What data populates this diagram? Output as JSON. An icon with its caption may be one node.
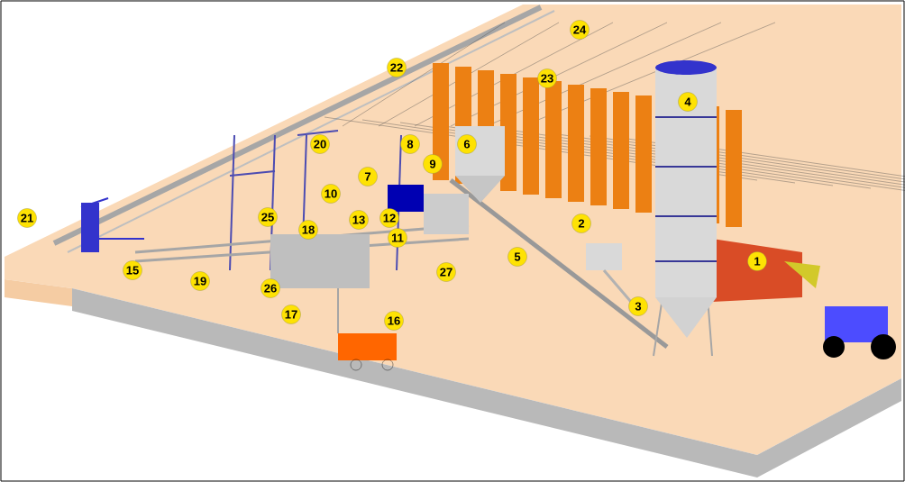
{
  "diagram": {
    "labels": [
      "24",
      "22",
      "23",
      "4",
      "20",
      "8",
      "6",
      "9",
      "7",
      "10",
      "21",
      "25",
      "13",
      "12",
      "2",
      "18",
      "11",
      "5",
      "1",
      "15",
      "27",
      "19",
      "26",
      "3",
      "17",
      "16"
    ]
  }
}
